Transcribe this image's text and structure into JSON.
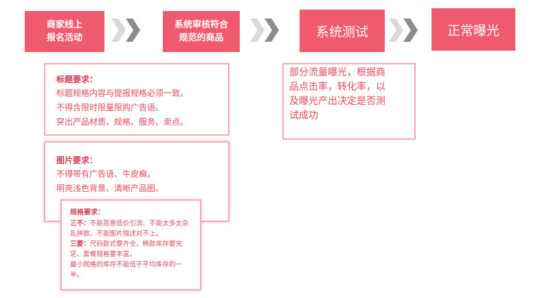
{
  "flow": {
    "steps": [
      {
        "label": "商家线上\n报名活动"
      },
      {
        "label": "系统审核符合\n规范的商品"
      },
      {
        "label": "系统测试"
      },
      {
        "label": "正常曝光"
      }
    ]
  },
  "title_requirements": {
    "title": "标题要求：",
    "lines": [
      "标题规格内容与提报规格必须一致。",
      "不得含限时限量限购广告语。",
      "突出产品材质、规格、服务、卖点。"
    ]
  },
  "image_requirements": {
    "title": "图片要求：",
    "lines": [
      "不得带有广告语、牛皮癣。",
      "明亮浅色背景、清晰产品图。"
    ]
  },
  "spec_requirements": {
    "title": "规格要求：",
    "rule1_label": "三不：",
    "rule1_text": "不能恶意低价引流、不能太多太杂乱拼款、不能图片描述对不上。",
    "rule2_label": "三要：",
    "rule2_text": "尺码款式要齐全、畅款库存要充足、套餐规格要丰富。",
    "rule3_text": "最小规格的库存不能低于平均库存的一半。"
  },
  "system_test": {
    "text": "部分流量曝光，根据商\n品点击率，转化率，以\n及曝光产出决定是否测\n试成功"
  },
  "colors": {
    "step_fill": "#ef5a6f",
    "arrow_gray": "#b0b0b0",
    "border_pink": "#f3a7b2",
    "text_red": "#e04a62"
  }
}
